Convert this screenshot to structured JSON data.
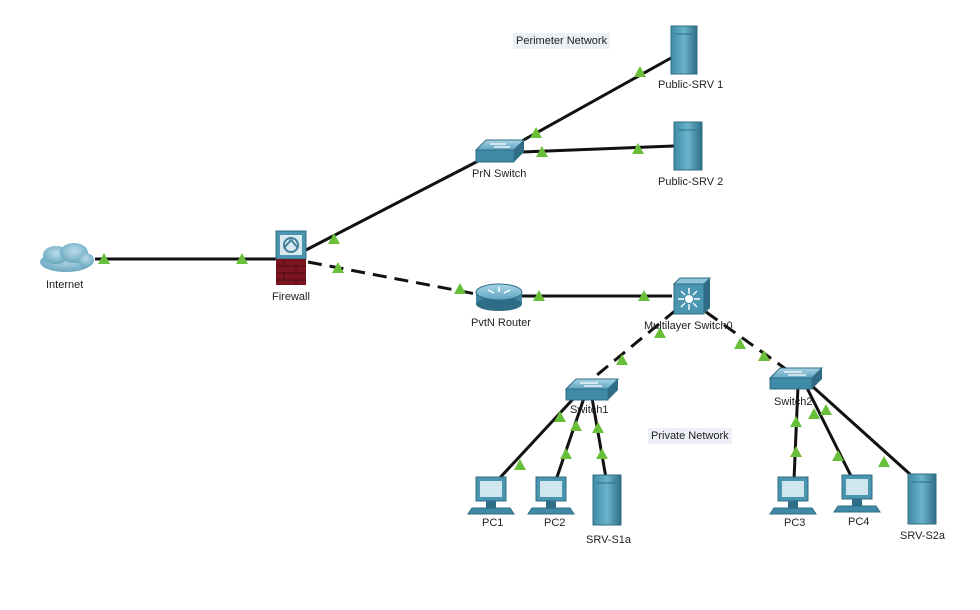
{
  "annotations": {
    "perimeter": "Perimeter Network",
    "private": "Private Network"
  },
  "devices": {
    "internet": {
      "label": "Internet",
      "icon": "cloud-icon"
    },
    "firewall": {
      "label": "Firewall",
      "icon": "firewall-icon"
    },
    "prn_switch": {
      "label": "PrN Switch",
      "icon": "switch-icon"
    },
    "public_srv1": {
      "label": "Public-SRV 1",
      "icon": "server-icon"
    },
    "public_srv2": {
      "label": "Public-SRV 2",
      "icon": "server-icon"
    },
    "pvtn_router": {
      "label": "PvtN Router",
      "icon": "router-icon"
    },
    "multilayer": {
      "label": "Multilayer Switch0",
      "icon": "multilayer-switch-icon"
    },
    "switch1": {
      "label": "Switch1",
      "icon": "switch-icon"
    },
    "switch2": {
      "label": "Switch2",
      "icon": "switch-icon"
    },
    "pc1": {
      "label": "PC1",
      "icon": "pc-icon"
    },
    "pc2": {
      "label": "PC2",
      "icon": "pc-icon"
    },
    "srv_s1a": {
      "label": "SRV-S1a",
      "icon": "server-icon"
    },
    "pc3": {
      "label": "PC3",
      "icon": "pc-icon"
    },
    "pc4": {
      "label": "PC4",
      "icon": "pc-icon"
    },
    "srv_s2a": {
      "label": "SRV-S2a",
      "icon": "server-icon"
    }
  },
  "links": [
    {
      "from": "internet",
      "to": "firewall",
      "type": "straight"
    },
    {
      "from": "firewall",
      "to": "prn_switch",
      "type": "straight"
    },
    {
      "from": "prn_switch",
      "to": "public_srv1",
      "type": "straight"
    },
    {
      "from": "prn_switch",
      "to": "public_srv2",
      "type": "straight"
    },
    {
      "from": "firewall",
      "to": "pvtn_router",
      "type": "crossover"
    },
    {
      "from": "pvtn_router",
      "to": "multilayer",
      "type": "straight"
    },
    {
      "from": "multilayer",
      "to": "switch1",
      "type": "crossover"
    },
    {
      "from": "multilayer",
      "to": "switch2",
      "type": "crossover"
    },
    {
      "from": "switch1",
      "to": "pc1",
      "type": "straight"
    },
    {
      "from": "switch1",
      "to": "pc2",
      "type": "straight"
    },
    {
      "from": "switch1",
      "to": "srv_s1a",
      "type": "straight"
    },
    {
      "from": "switch2",
      "to": "pc3",
      "type": "straight"
    },
    {
      "from": "switch2",
      "to": "pc4",
      "type": "straight"
    },
    {
      "from": "switch2",
      "to": "srv_s2a",
      "type": "straight"
    }
  ],
  "colors": {
    "link": "#111111",
    "link_up": "#6abf3a",
    "device_teal": "#4a95b0",
    "device_dark": "#2f6d86",
    "firewall_red": "#7a1420"
  }
}
